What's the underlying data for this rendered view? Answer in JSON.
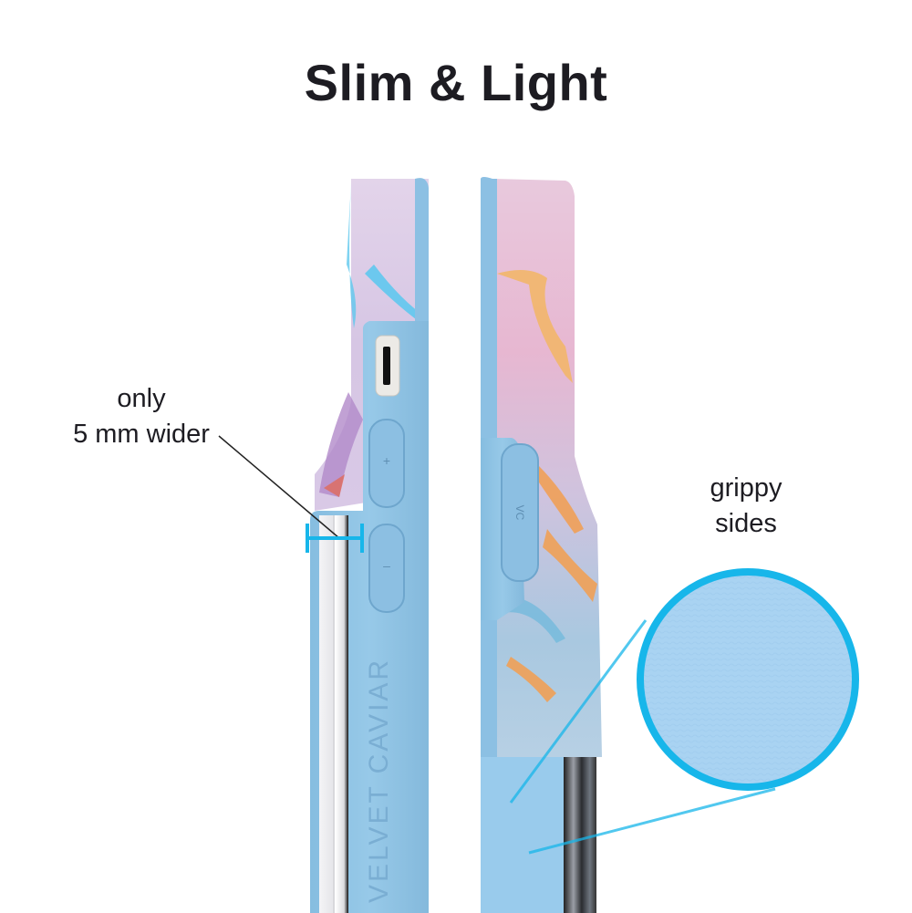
{
  "title": "Slim & Light",
  "callouts": {
    "width": {
      "line1": "only",
      "line2": "5 mm wider"
    },
    "grip": {
      "line1": "grippy",
      "line2": "sides"
    }
  },
  "product": {
    "brand_emboss": "VELVET CAVIAR",
    "button_labels": {
      "volume_up": "+",
      "volume_down": "–",
      "side_button": "VC"
    }
  },
  "colors": {
    "case_blue": "#8fc3e4",
    "accent_cyan": "#17b6ea",
    "text": "#1d1c22"
  }
}
